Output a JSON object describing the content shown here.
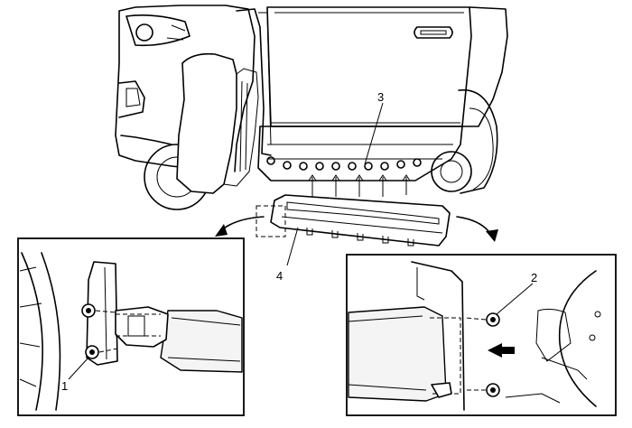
{
  "diagram": {
    "callouts": {
      "one": "1",
      "two": "2",
      "three": "3",
      "four": "4"
    }
  }
}
